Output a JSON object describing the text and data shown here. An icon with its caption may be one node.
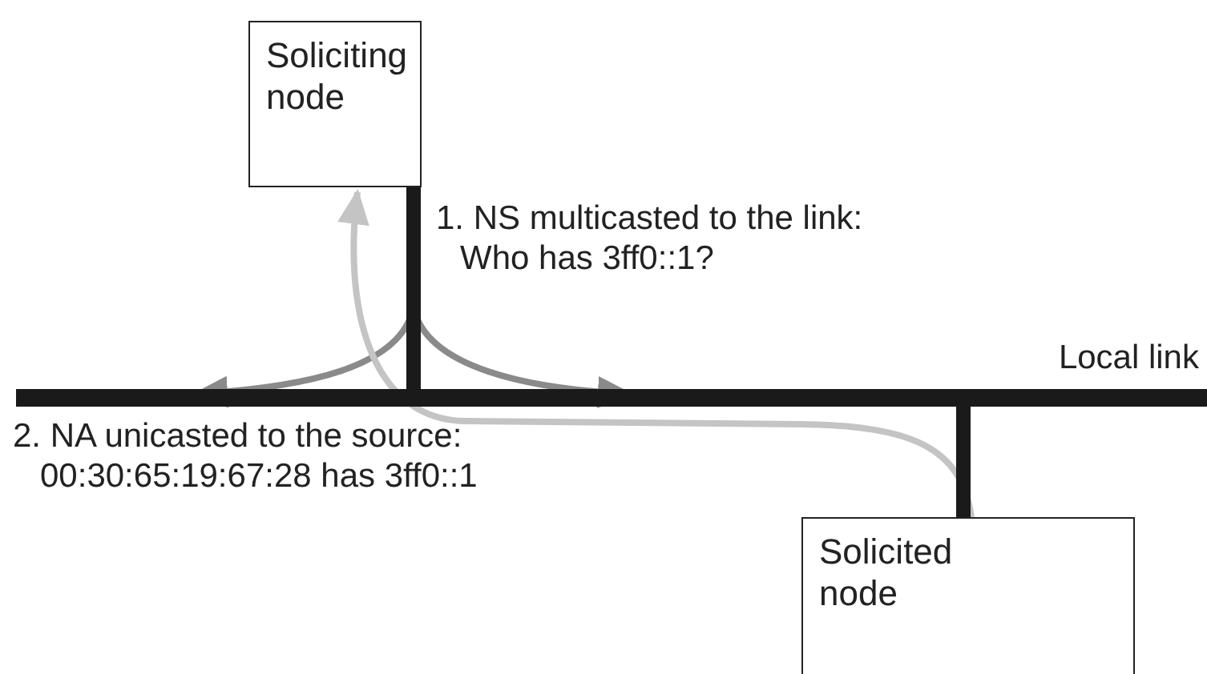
{
  "diagram": {
    "nodes": [
      {
        "text": [
          "Soliciting node"
        ]
      },
      {
        "text": [
          "Solicited node"
        ]
      },
      {
        "text": [],
        "shape": "bar",
        "beside": [
          "Local link"
        ]
      }
    ],
    "edges": [
      {
        "from": 0,
        "to": 2,
        "arrow": "none",
        "style": "thick"
      },
      {
        "from": 1,
        "to": 2,
        "arrow": "none",
        "style": "thick"
      },
      {
        "from": 0,
        "to": 2,
        "arrow": "to",
        "color": "#8a8a8a"
      },
      {
        "from": 0,
        "to": 2,
        "arrow": "to",
        "color": "#8a8a8a"
      },
      {
        "from": 1,
        "to": 0,
        "arrow": "to",
        "color": "#c4c4c4"
      }
    ],
    "labels": [
      "1. NS multicasted to the link: Who has 3ff0::1?",
      "2. NA unicasted to the source: 00:30:65:19:67:28 has 3ff0::1"
    ]
  }
}
